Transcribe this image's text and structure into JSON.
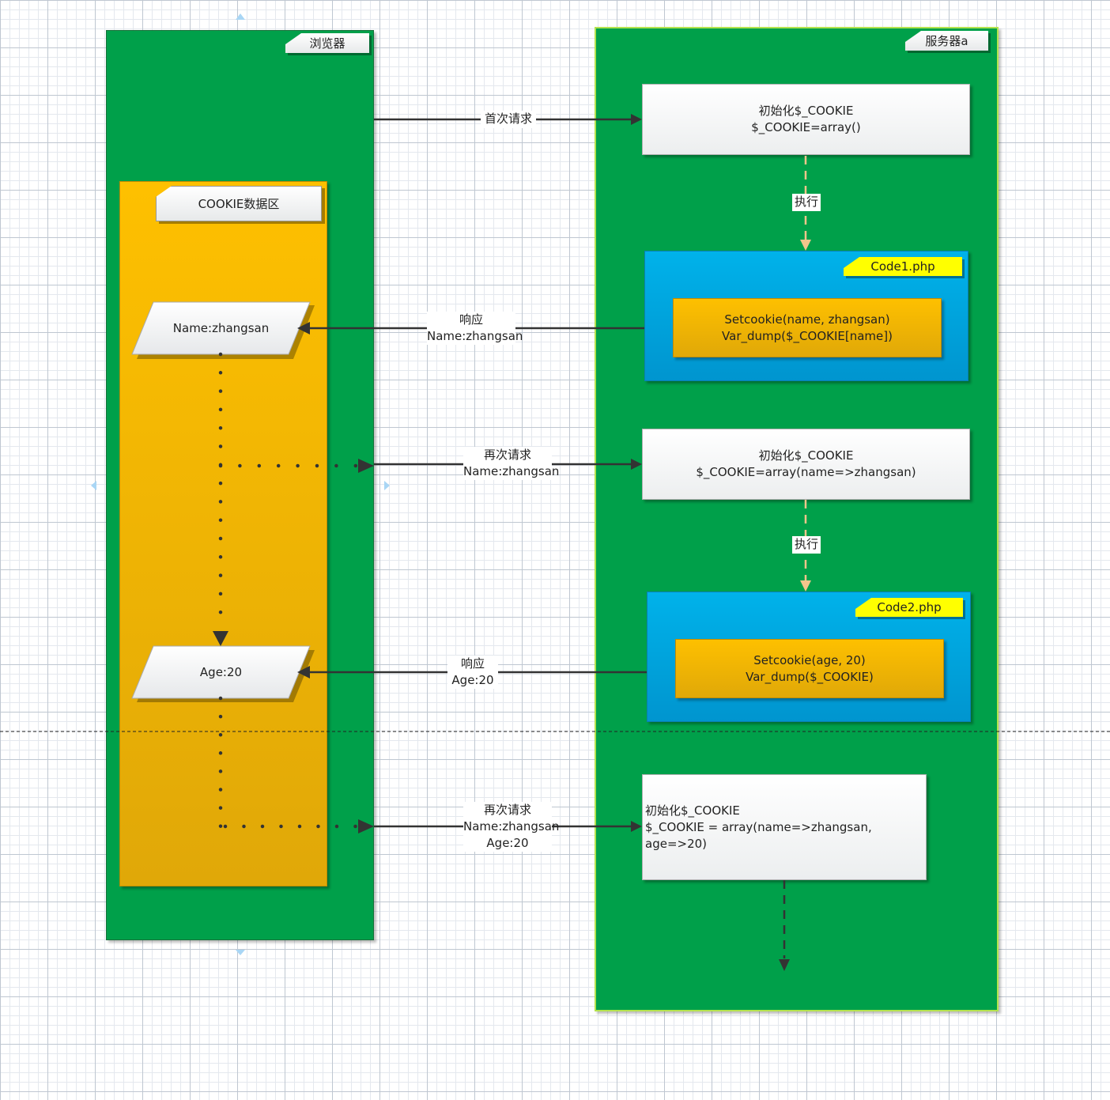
{
  "lanes": {
    "browser": {
      "title": "浏览器"
    },
    "server": {
      "title": "服务器a"
    }
  },
  "cookie_zone": {
    "title": "COOKIE数据区"
  },
  "cookie_items": [
    {
      "text": "Name:zhangsan"
    },
    {
      "text": "Age:20"
    }
  ],
  "server_steps": [
    {
      "line1": "初始化$_COOKIE",
      "line2": "$_COOKIE=array()"
    },
    {
      "line1": "初始化$_COOKIE",
      "line2": "$_COOKIE=array(name=>zhangsan)"
    },
    {
      "line1": "初始化$_COOKIE",
      "line2": "$_COOKIE = array(name=>zhangsan, age=>20)"
    }
  ],
  "code_files": [
    {
      "name": "Code1.php",
      "line1": "Setcookie(name, zhangsan)",
      "line2": "Var_dump($_COOKIE[name])"
    },
    {
      "name": "Code2.php",
      "line1": "Setcookie(age, 20)",
      "line2": "Var_dump($_COOKIE)"
    }
  ],
  "connectors": {
    "first_request": "首次请求",
    "execute_1": "执行",
    "execute_2": "执行",
    "response_1": {
      "line1": "响应",
      "line2": "Name:zhangsan"
    },
    "request_2": {
      "line1": "再次请求",
      "line2": "Name:zhangsan"
    },
    "response_2": {
      "line1": "响应",
      "line2": "Age:20"
    },
    "request_3": {
      "line1": "再次请求",
      "line2": "Name:zhangsan",
      "line3": "Age:20"
    }
  },
  "colors": {
    "lane_green": "#00a04a",
    "zone_orange": "#fec000",
    "code_blue": "#00b2ea",
    "tab_yellow": "#ffff00",
    "arrow_dark": "#333333",
    "arrow_dashed": "#f2c58c"
  }
}
